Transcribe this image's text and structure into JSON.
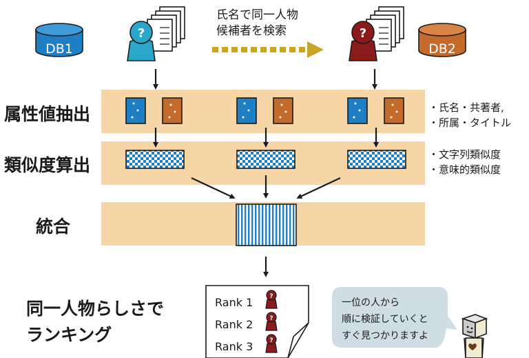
{
  "databases": {
    "left": "DB1",
    "right": "DB2"
  },
  "search_caption": [
    "氏名で同一人物",
    "候補者を検索"
  ],
  "stages": {
    "extract": "属性値抽出",
    "similarity": "類似度算出",
    "merge": "統合",
    "ranking": [
      "同一人物らしさで",
      "ランキング"
    ]
  },
  "notes": {
    "attributes": [
      "・氏名・共著者,",
      "・所属・タイトル"
    ],
    "similarities": [
      "・文字列類似度",
      "・意味的類似度"
    ]
  },
  "ranks": [
    "Rank 1",
    "Rank 2",
    "Rank 3"
  ],
  "speech": [
    "一位の人から",
    "順に検証していくと",
    "すぐ見つかりますよ"
  ],
  "person_marker": "?",
  "colors": {
    "band": "#f6d5a6",
    "db1_blue": "#1e7fc4",
    "db2_orange": "#c46a2a",
    "person_teal": "#2aa6c8",
    "person_red": "#8b1a1a",
    "arrow_gold": "#c8a428",
    "bubble": "#cfdde4"
  }
}
